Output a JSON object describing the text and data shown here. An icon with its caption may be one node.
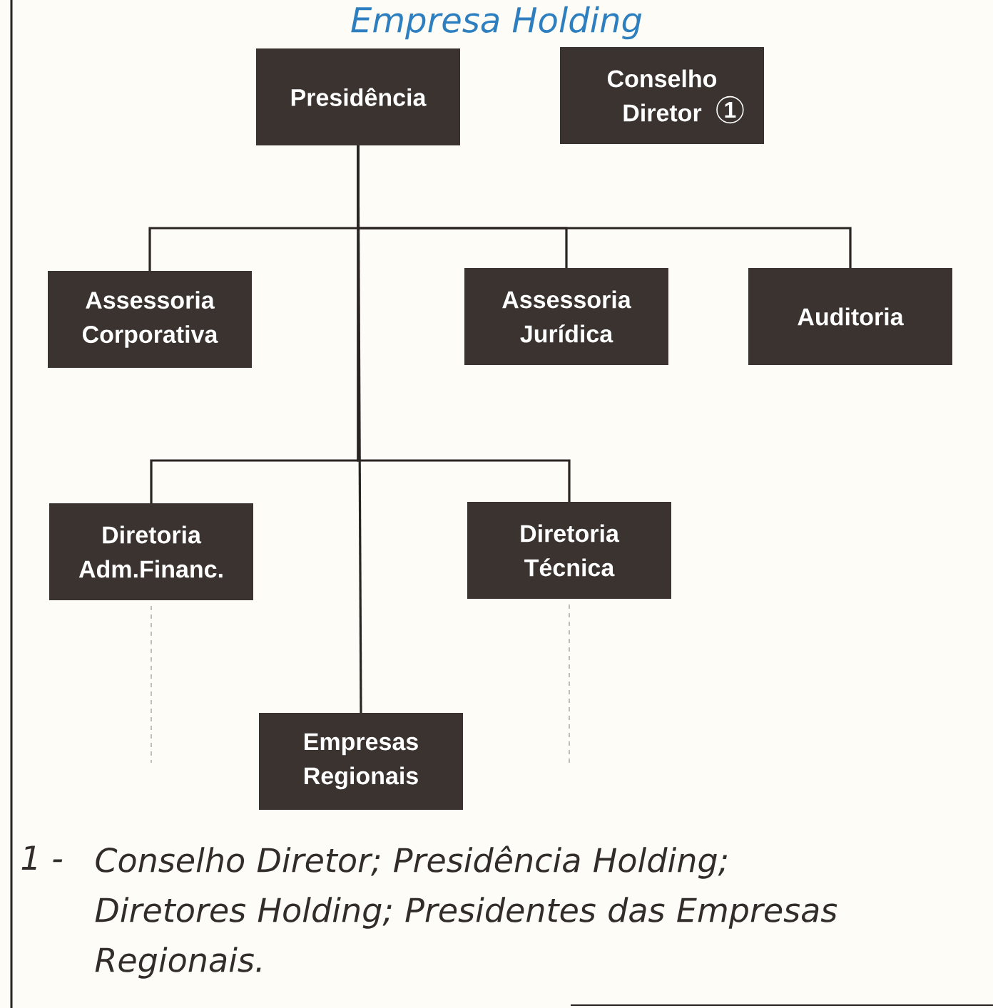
{
  "diagram": {
    "title": "Empresa Holding",
    "nodes": [
      {
        "text": [
          "Presidência"
        ]
      },
      {
        "text": [
          "Conselho Diretor",
          "1"
        ]
      },
      {
        "text": [
          "Assessoria Corporativa"
        ]
      },
      {
        "text": [
          "Assessoria Jurídica"
        ]
      },
      {
        "text": [
          "Auditoria"
        ]
      },
      {
        "text": [
          "Diretoria Adm.Financ."
        ]
      },
      {
        "text": [
          "Diretoria Técnica"
        ]
      },
      {
        "text": [
          "Empresas Regionais"
        ]
      }
    ],
    "edges": [
      {
        "from": 0,
        "to": 2,
        "arrow": "none"
      },
      {
        "from": 0,
        "to": 3,
        "arrow": "none"
      },
      {
        "from": 0,
        "to": 4,
        "arrow": "none"
      },
      {
        "from": 0,
        "to": 5,
        "arrow": "none"
      },
      {
        "from": 0,
        "to": 6,
        "arrow": "none"
      },
      {
        "from": 0,
        "to": 7,
        "arrow": "none"
      },
      {
        "from": 5,
        "to": null,
        "arrow": "none",
        "style": "dashed",
        "color": "#808080"
      },
      {
        "from": 6,
        "to": null,
        "arrow": "none",
        "style": "dashed",
        "color": "#808080"
      }
    ],
    "labels": [
      "1 -",
      "Conselho Diretor; Presidência Holding; Diretores Holding; Presidentes das Empresas Regionais."
    ]
  }
}
